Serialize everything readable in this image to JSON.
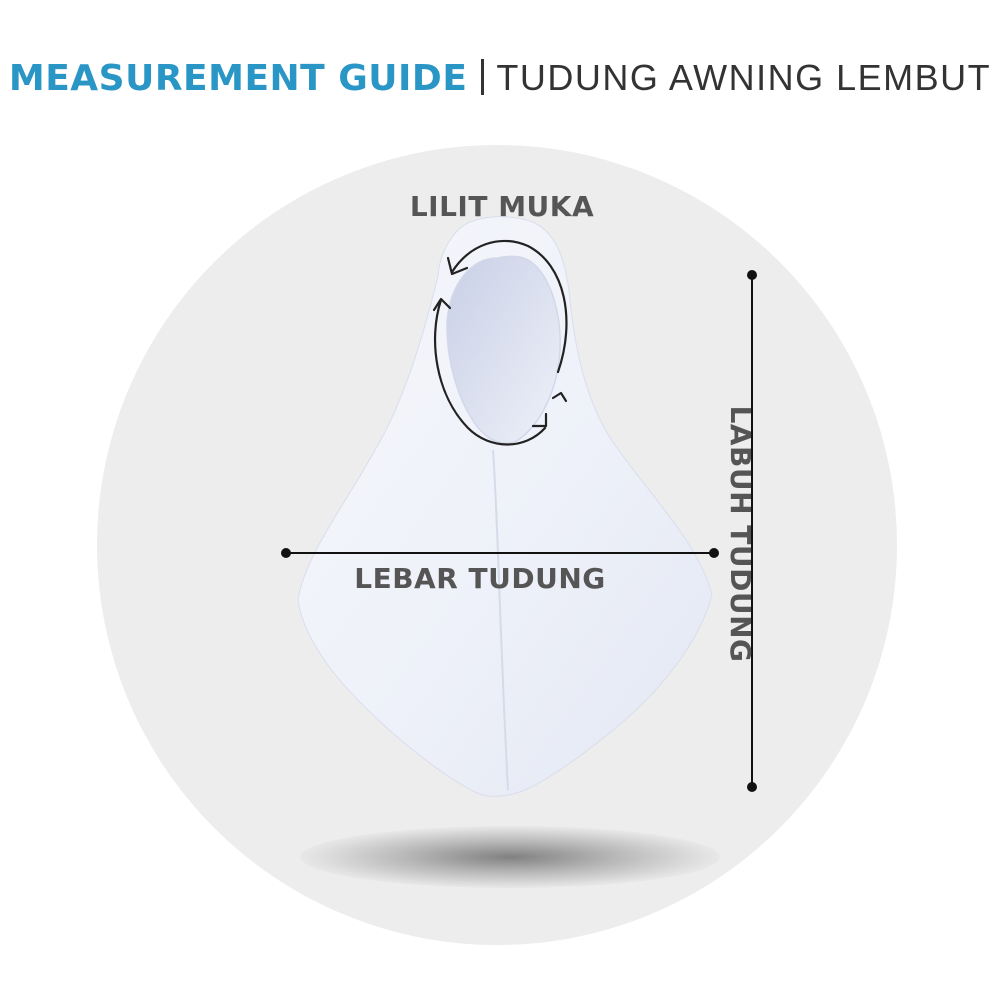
{
  "header": {
    "title_bold": "MEASUREMENT GUIDE",
    "title_light": "TUDUNG AWNING LEMBUT"
  },
  "labels": {
    "lilit_muka": "LILIT MUKA",
    "lebar_tudung": "LEBAR TUDUNG",
    "labuh_tudung": "LABUH TUDUNG"
  },
  "colors": {
    "title_bold": "#2a96c6",
    "title_light": "#333333",
    "separator": "#333333",
    "label_text": "#555555",
    "background_circle": "#ededed",
    "hijab_fabric": "#f1f3fa",
    "hijab_shade": "#dfe3f0",
    "measure_line": "#111111"
  },
  "icons": {
    "product": "hijab-icon",
    "face_arrow": "circular-arrow-icon",
    "endpoint": "dot-icon"
  }
}
